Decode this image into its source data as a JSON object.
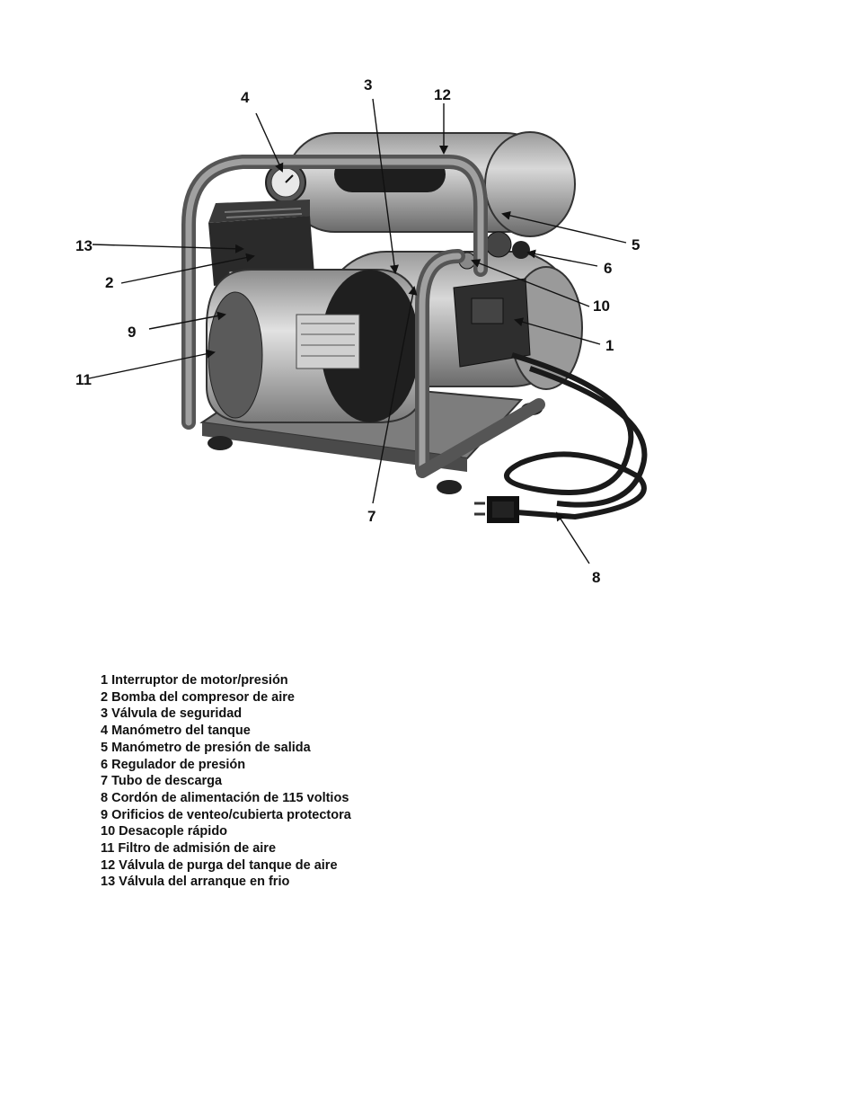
{
  "callouts": [
    "1",
    "2",
    "3",
    "4",
    "5",
    "6",
    "7",
    "8",
    "9",
    "10",
    "11",
    "12",
    "13"
  ],
  "legend": [
    "1 Interruptor de motor/presión",
    "2 Bomba del compresor de aire",
    "3 Válvula de seguridad",
    "4 Manómetro del tanque",
    "5 Manómetro de presión de salida",
    "6 Regulador de presión",
    "7 Tubo de descarga",
    "8 Cordón de alimentación de 115 voltios",
    "9 Orificios de venteo/cubierta protectora",
    "10 Desacople rápido",
    "11 Filtro de admisión de aire",
    "12 Válvula de purga del tanque de aire",
    "13 Válvula del arranque en frio"
  ]
}
